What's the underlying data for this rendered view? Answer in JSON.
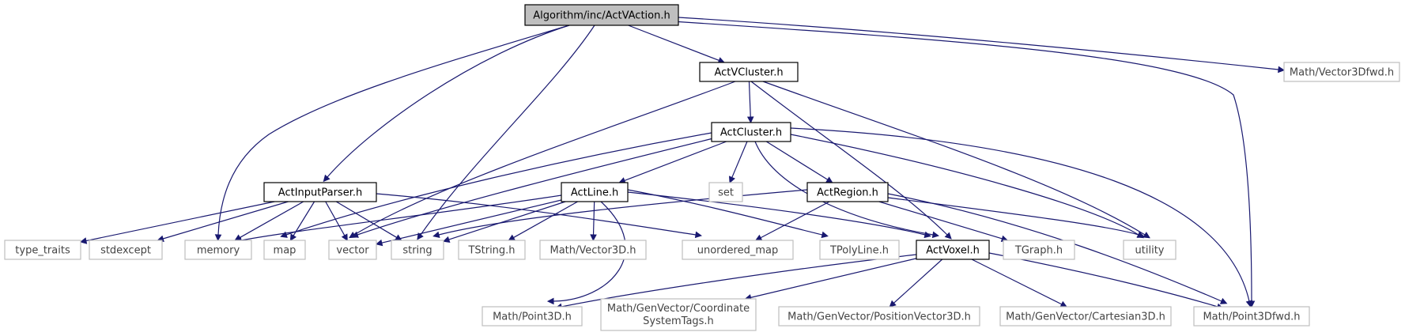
{
  "diagram": {
    "nodes": [
      {
        "id": "root",
        "label": "Algorithm/inc/ActVAction.h",
        "kind": "main"
      },
      {
        "id": "vcluster",
        "label": "ActVCluster.h",
        "kind": "internal"
      },
      {
        "id": "vec3dfwd",
        "label": "Math/Vector3Dfwd.h",
        "kind": "external"
      },
      {
        "id": "cluster",
        "label": "ActCluster.h",
        "kind": "internal"
      },
      {
        "id": "inputparser",
        "label": "ActInputParser.h",
        "kind": "internal"
      },
      {
        "id": "line",
        "label": "ActLine.h",
        "kind": "internal"
      },
      {
        "id": "set",
        "label": "set",
        "kind": "external"
      },
      {
        "id": "region",
        "label": "ActRegion.h",
        "kind": "internal"
      },
      {
        "id": "type_traits",
        "label": "type_traits",
        "kind": "external"
      },
      {
        "id": "stdexcept",
        "label": "stdexcept",
        "kind": "external"
      },
      {
        "id": "memory",
        "label": "memory",
        "kind": "external"
      },
      {
        "id": "map",
        "label": "map",
        "kind": "external"
      },
      {
        "id": "vector",
        "label": "vector",
        "kind": "external"
      },
      {
        "id": "string",
        "label": "string",
        "kind": "external"
      },
      {
        "id": "tstring",
        "label": "TString.h",
        "kind": "external"
      },
      {
        "id": "vec3d",
        "label": "Math/Vector3D.h",
        "kind": "external"
      },
      {
        "id": "umap",
        "label": "unordered_map",
        "kind": "external"
      },
      {
        "id": "tpolyline",
        "label": "TPolyLine.h",
        "kind": "external"
      },
      {
        "id": "voxel",
        "label": "ActVoxel.h",
        "kind": "internal"
      },
      {
        "id": "tgraph",
        "label": "TGraph.h",
        "kind": "external"
      },
      {
        "id": "utility",
        "label": "utility",
        "kind": "external"
      },
      {
        "id": "point3d",
        "label": "Math/Point3D.h",
        "kind": "external"
      },
      {
        "id": "coordtags",
        "label": "Math/GenVector/Coordinate",
        "label2": "SystemTags.h",
        "kind": "external"
      },
      {
        "id": "posvec",
        "label": "Math/GenVector/PositionVector3D.h",
        "kind": "external"
      },
      {
        "id": "cart3d",
        "label": "Math/GenVector/Cartesian3D.h",
        "kind": "external"
      },
      {
        "id": "point3dfwd",
        "label": "Math/Point3Dfwd.h",
        "kind": "external"
      }
    ],
    "edges": [
      [
        "root",
        "vcluster"
      ],
      [
        "root",
        "vec3dfwd"
      ],
      [
        "root",
        "inputparser"
      ],
      [
        "root",
        "memory"
      ],
      [
        "root",
        "string"
      ],
      [
        "root",
        "point3dfwd"
      ],
      [
        "vcluster",
        "cluster"
      ],
      [
        "vcluster",
        "vector"
      ],
      [
        "vcluster",
        "voxel"
      ],
      [
        "vcluster",
        "utility"
      ],
      [
        "cluster",
        "line"
      ],
      [
        "cluster",
        "set"
      ],
      [
        "cluster",
        "region"
      ],
      [
        "cluster",
        "map"
      ],
      [
        "cluster",
        "vector"
      ],
      [
        "cluster",
        "voxel"
      ],
      [
        "cluster",
        "utility"
      ],
      [
        "cluster",
        "point3dfwd"
      ],
      [
        "inputparser",
        "type_traits"
      ],
      [
        "inputparser",
        "stdexcept"
      ],
      [
        "inputparser",
        "memory"
      ],
      [
        "inputparser",
        "map"
      ],
      [
        "inputparser",
        "vector"
      ],
      [
        "inputparser",
        "string"
      ],
      [
        "inputparser",
        "umap"
      ],
      [
        "line",
        "memory"
      ],
      [
        "line",
        "vector"
      ],
      [
        "line",
        "string"
      ],
      [
        "line",
        "tstring"
      ],
      [
        "line",
        "vec3d"
      ],
      [
        "line",
        "tpolyline"
      ],
      [
        "line",
        "voxel"
      ],
      [
        "line",
        "point3d"
      ],
      [
        "region",
        "string"
      ],
      [
        "region",
        "umap"
      ],
      [
        "region",
        "tgraph"
      ],
      [
        "region",
        "utility"
      ],
      [
        "region",
        "point3dfwd"
      ],
      [
        "voxel",
        "point3d"
      ],
      [
        "voxel",
        "coordtags"
      ],
      [
        "voxel",
        "posvec"
      ],
      [
        "voxel",
        "cart3d"
      ],
      [
        "voxel",
        "point3dfwd"
      ]
    ]
  }
}
